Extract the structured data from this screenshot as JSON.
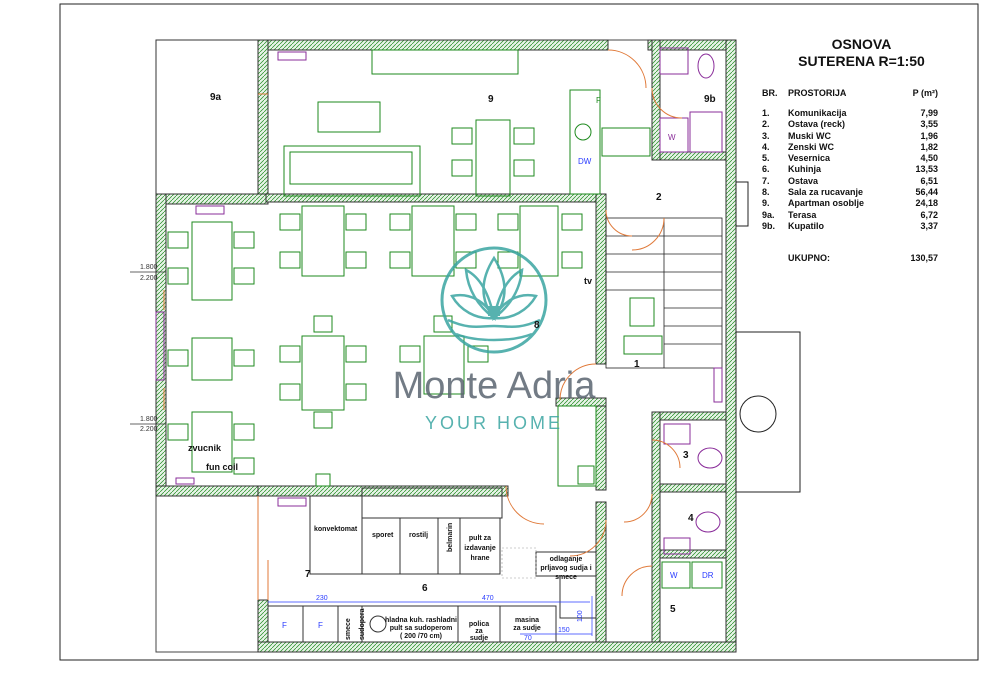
{
  "title": "OSNOVA",
  "subtitle": "SUTERENA R=1:50",
  "legend": {
    "col_no": "BR.",
    "col_room": "PROSTORIJA",
    "col_area": "P (m²)",
    "rows": [
      {
        "no": "1.",
        "name": "Komunikacija",
        "area": "7,99"
      },
      {
        "no": "2.",
        "name": "Ostava  (reck)",
        "area": "3,55"
      },
      {
        "no": "3.",
        "name": "Muski WC",
        "area": "1,96"
      },
      {
        "no": "4.",
        "name": "Zenski WC",
        "area": "1,82"
      },
      {
        "no": "5.",
        "name": "Vesernica",
        "area": "4,50"
      },
      {
        "no": "6.",
        "name": "Kuhinja",
        "area": "13,53"
      },
      {
        "no": "7.",
        "name": "Ostava",
        "area": "6,51"
      },
      {
        "no": "8.",
        "name": "Sala za rucavanje",
        "area": "56,44"
      },
      {
        "no": "9.",
        "name": "Apartman osoblje",
        "area": "24,18"
      },
      {
        "no": "9a.",
        "name": "Terasa",
        "area": "6,72"
      },
      {
        "no": "9b.",
        "name": "Kupatilo",
        "area": "3,37"
      }
    ],
    "total_label": "UKUPNO:",
    "total_value": "130,57"
  },
  "rooms": {
    "r9a": "9a",
    "r9": "9",
    "r9b": "9b",
    "r2": "2",
    "r8": "8",
    "r1": "1",
    "r3": "3",
    "r4": "4",
    "r5": "5",
    "r6": "6",
    "r7": "7"
  },
  "labels": {
    "tv": "tv",
    "zvucnik": "zvucnik",
    "fun_coil": "fun coil",
    "konvektomat": "konvektomat",
    "sporet": "sporet",
    "rostilj": "rostilj",
    "belmarin": "belmarin",
    "pult1": "pult za",
    "pult2": "izdavanje",
    "pult3": "hrane",
    "odl1": "odlaganje",
    "odl2": "prljavog sudja i",
    "odl3": "smece",
    "hl1": "hladna kuh. rashladni",
    "hl2": "pult sa sudoperom",
    "hl3": "( 200 /70 cm)",
    "pol1": "polica",
    "pol2": "za",
    "pol3": "sudje",
    "mas1": "masina",
    "mas2": "za sudje",
    "smece": "smece",
    "sudopera": "sudopera",
    "f1": "F",
    "f2": "F",
    "f3": "F",
    "w1": "W",
    "w2": "W",
    "dr": "DR",
    "dw": "DW"
  },
  "dims": {
    "d1800a": "1.800",
    "d2200a": "2.200",
    "d1800b": "1.800",
    "d2200b": "2.200",
    "d230": "230",
    "d470": "470",
    "d150": "150",
    "d100": "100",
    "d70": "70"
  },
  "watermark": {
    "brand": "Monte Adria",
    "tagline": "YOUR HOME"
  },
  "colors": {
    "furniture": "#1e8a1e",
    "sanitary": "#8a2d9a",
    "doors": "#e07a3a",
    "dimensions": "#2a3cff",
    "watermark_teal": "#3aa5a2",
    "watermark_grey": "#5a6470"
  }
}
